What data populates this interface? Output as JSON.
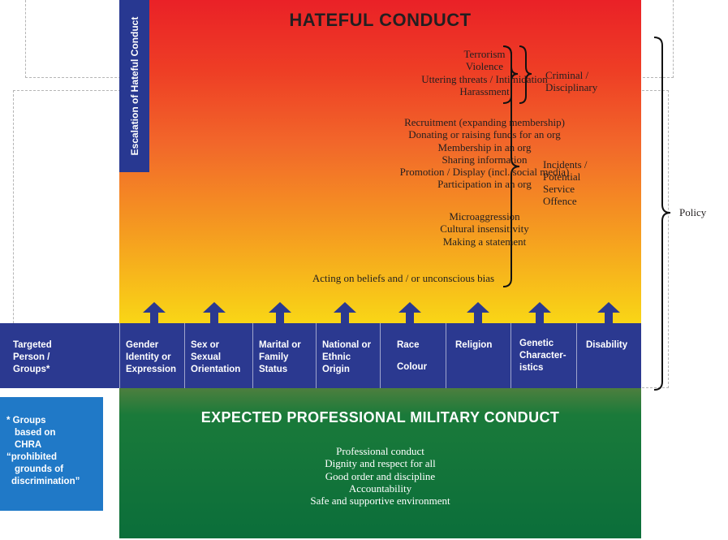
{
  "hateful": {
    "title": "HATEFUL CONDUCT",
    "escalation_label": "Escalation of Hateful Conduct",
    "criminal_group": [
      "Terrorism",
      "Violence",
      "Uttering threats / Intimidation",
      "Harassment"
    ],
    "promotion_group": [
      "Recruitment (expanding membership)",
      "Donating or raising funds for an org",
      "Membership in an org",
      "Sharing information",
      "Promotion / Display (incl. social media)",
      "Participation in an org"
    ],
    "micro_group": [
      "Microaggression",
      "Cultural insensitivity",
      "Making a statement"
    ],
    "belief_line": "Acting on beliefs and / or unconscious bias"
  },
  "brackets": {
    "criminal": [
      "Criminal /",
      "Disciplinary"
    ],
    "incidents": [
      "Incidents /",
      "Potential",
      "Service",
      "Offence"
    ],
    "policy": "Policy"
  },
  "grounds": {
    "targeted": [
      "Targeted",
      "Person /",
      "Groups*"
    ],
    "gender": [
      "Gender",
      "Identity or",
      "Expression"
    ],
    "sex": [
      "Sex or",
      "Sexual",
      "Orientation"
    ],
    "marital": [
      "Marital or",
      "Family",
      "Status"
    ],
    "national": [
      "National or",
      "Ethnic",
      "Origin"
    ],
    "race": "Race",
    "colour": "Colour",
    "religion": "Religion",
    "genetic": [
      "Genetic",
      "Character-",
      "istics"
    ],
    "disability": "Disability"
  },
  "expected": {
    "title": "EXPECTED PROFESSIONAL MILITARY CONDUCT",
    "items": [
      "Professional conduct",
      "Dignity and respect for all",
      "Good order and discipline",
      "Accountability",
      "Safe and supportive environment"
    ]
  },
  "note": [
    "* Groups",
    "based on",
    "CHRA",
    "“prohibited",
    "grounds of",
    "discrimination”"
  ],
  "colors": {
    "navy": "#2b3990",
    "note_blue": "#2079c7",
    "red": "#ea2127",
    "yellow": "#f9d616",
    "green": "#0b6e3a"
  }
}
